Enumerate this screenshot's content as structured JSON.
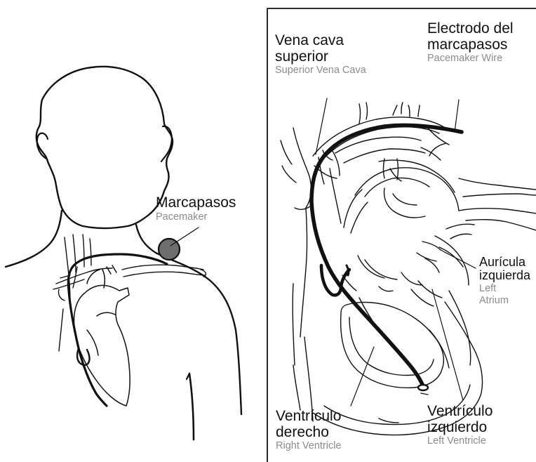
{
  "labels": {
    "pacemaker": {
      "es": "Marcapasos",
      "en": "Pacemaker"
    },
    "svc": {
      "es_line1": "Vena cava",
      "es_line2": "superior",
      "en": "Superior Vena Cava"
    },
    "wire": {
      "es_line1": "Electrodo del",
      "es_line2": "marcapasos",
      "en": "Pacemaker Wire"
    },
    "left_atrium": {
      "es_line1": "Aurícula",
      "es_line2": "izquierda",
      "en_line1": "Left",
      "en_line2": "Atrium"
    },
    "right_ventricle": {
      "es_line1": "Ventrículo",
      "es_line2": "derecho",
      "en": "Right Ventricle"
    },
    "left_ventricle": {
      "es_line1": "Ventrículo",
      "es_line2": "izquierdo",
      "en": "Left Ventricle"
    }
  },
  "colors": {
    "line": "#111111",
    "english_text": "#8c8c8c",
    "pacemaker_device": "#6e6e6e"
  }
}
